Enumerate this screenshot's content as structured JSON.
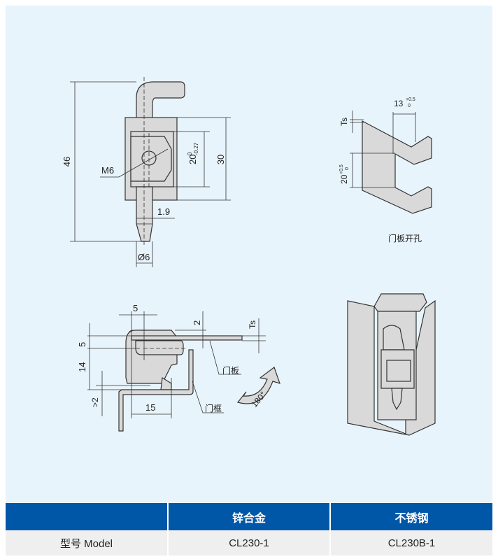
{
  "front_view": {
    "height": "46",
    "body_height": "30",
    "slot": "20",
    "slot_tol_upper": "0",
    "slot_tol_lower": "-0.27",
    "thread": "M6",
    "pin_offset": "1.9",
    "pin_diameter": "Ø6"
  },
  "cutout_view": {
    "width": "13",
    "width_tol_upper": "+0.5",
    "width_tol_lower": "0",
    "thickness": "Ts",
    "height": "20",
    "height_tol_upper": "+0.5",
    "height_tol_lower": "0",
    "caption": "门板开孔"
  },
  "section_view": {
    "dim_top": "5",
    "dim_gap": "2",
    "dim_ts": "Ts",
    "dim_left_5": "5",
    "dim_14": "14",
    "dim_gt2": ">2",
    "dim_15": "15",
    "label_door": "门板",
    "label_frame": "门框",
    "rotation": "180°"
  },
  "table": {
    "headers": [
      "",
      "锌合金",
      "不锈钢"
    ],
    "row": {
      "label": "型号 Model",
      "values": [
        "CL230-1",
        "CL230B-1"
      ]
    }
  }
}
